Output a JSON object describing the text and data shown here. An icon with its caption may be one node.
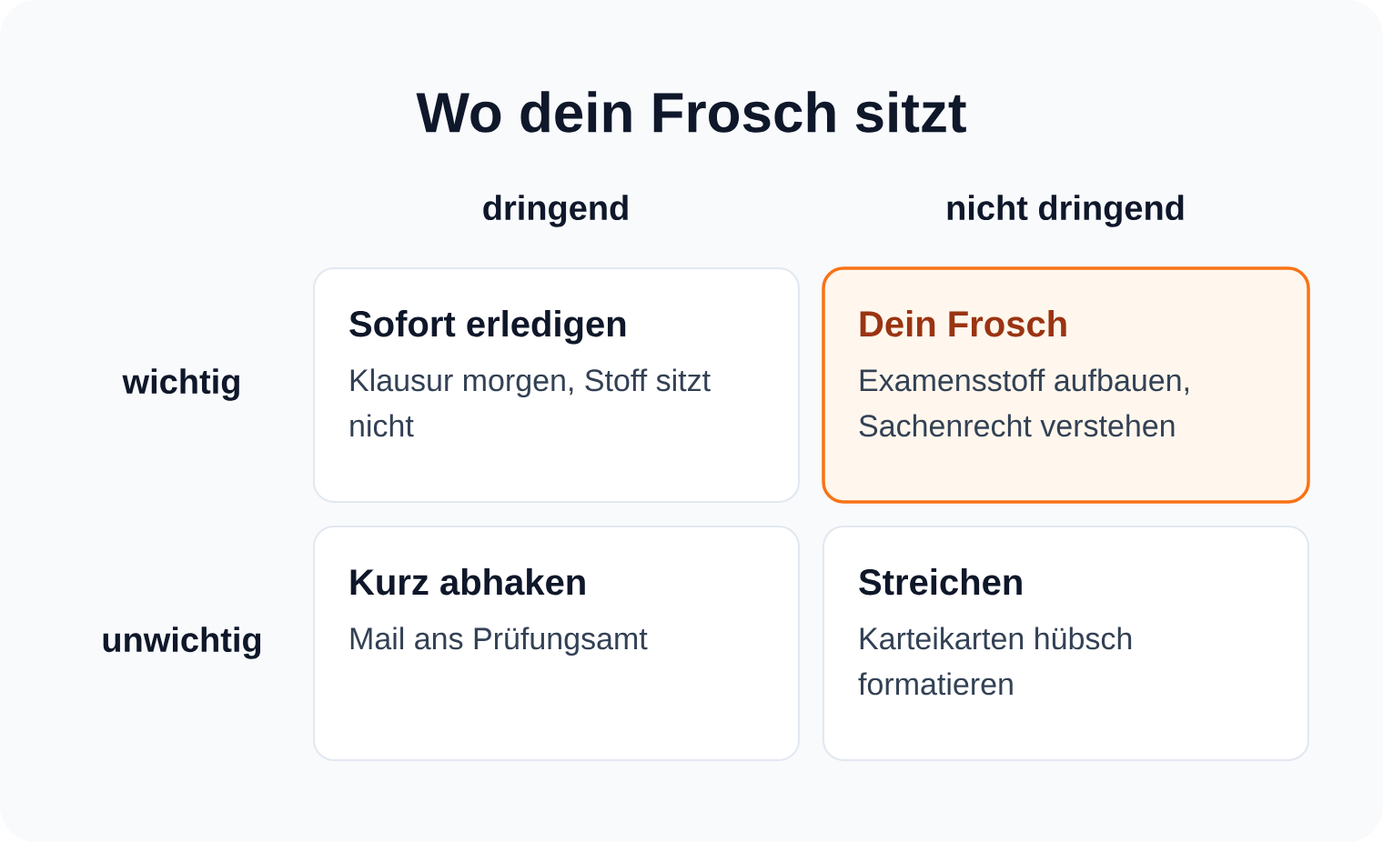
{
  "diagram": {
    "title": "Wo dein Frosch sitzt",
    "nodes": [
      {
        "text": [
          "Sofort erledigen",
          "Klausur morgen, Stoff sitzt nicht"
        ]
      },
      {
        "text": [
          "Dein Frosch",
          "Examensstoff aufbauen, Sachenrecht verstehen"
        ]
      },
      {
        "text": [
          "Kurz abhaken",
          "Mail ans Prüfungsamt"
        ]
      },
      {
        "text": [
          "Streichen",
          "Karteikarten hübsch formatieren"
        ]
      }
    ],
    "labels": [
      "dringend",
      "nicht dringend",
      "wichtig",
      "unwichtig"
    ]
  }
}
